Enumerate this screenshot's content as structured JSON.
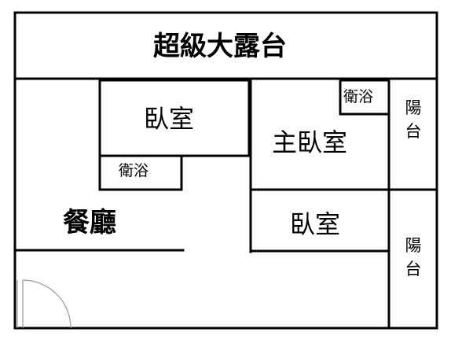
{
  "floor_plan": {
    "rooms": {
      "terrace": "超級大露台",
      "bedroom_upper": "臥室",
      "bath_left": "衛浴",
      "master_bedroom": "主臥室",
      "bath_master": "衛浴",
      "bedroom_lower": "臥室",
      "dining": "餐廳",
      "balcony_upper": "陽台",
      "balcony_lower": "陽台"
    },
    "colors": {
      "wall": "#000000",
      "door": "#999999",
      "background": "#ffffff"
    }
  }
}
